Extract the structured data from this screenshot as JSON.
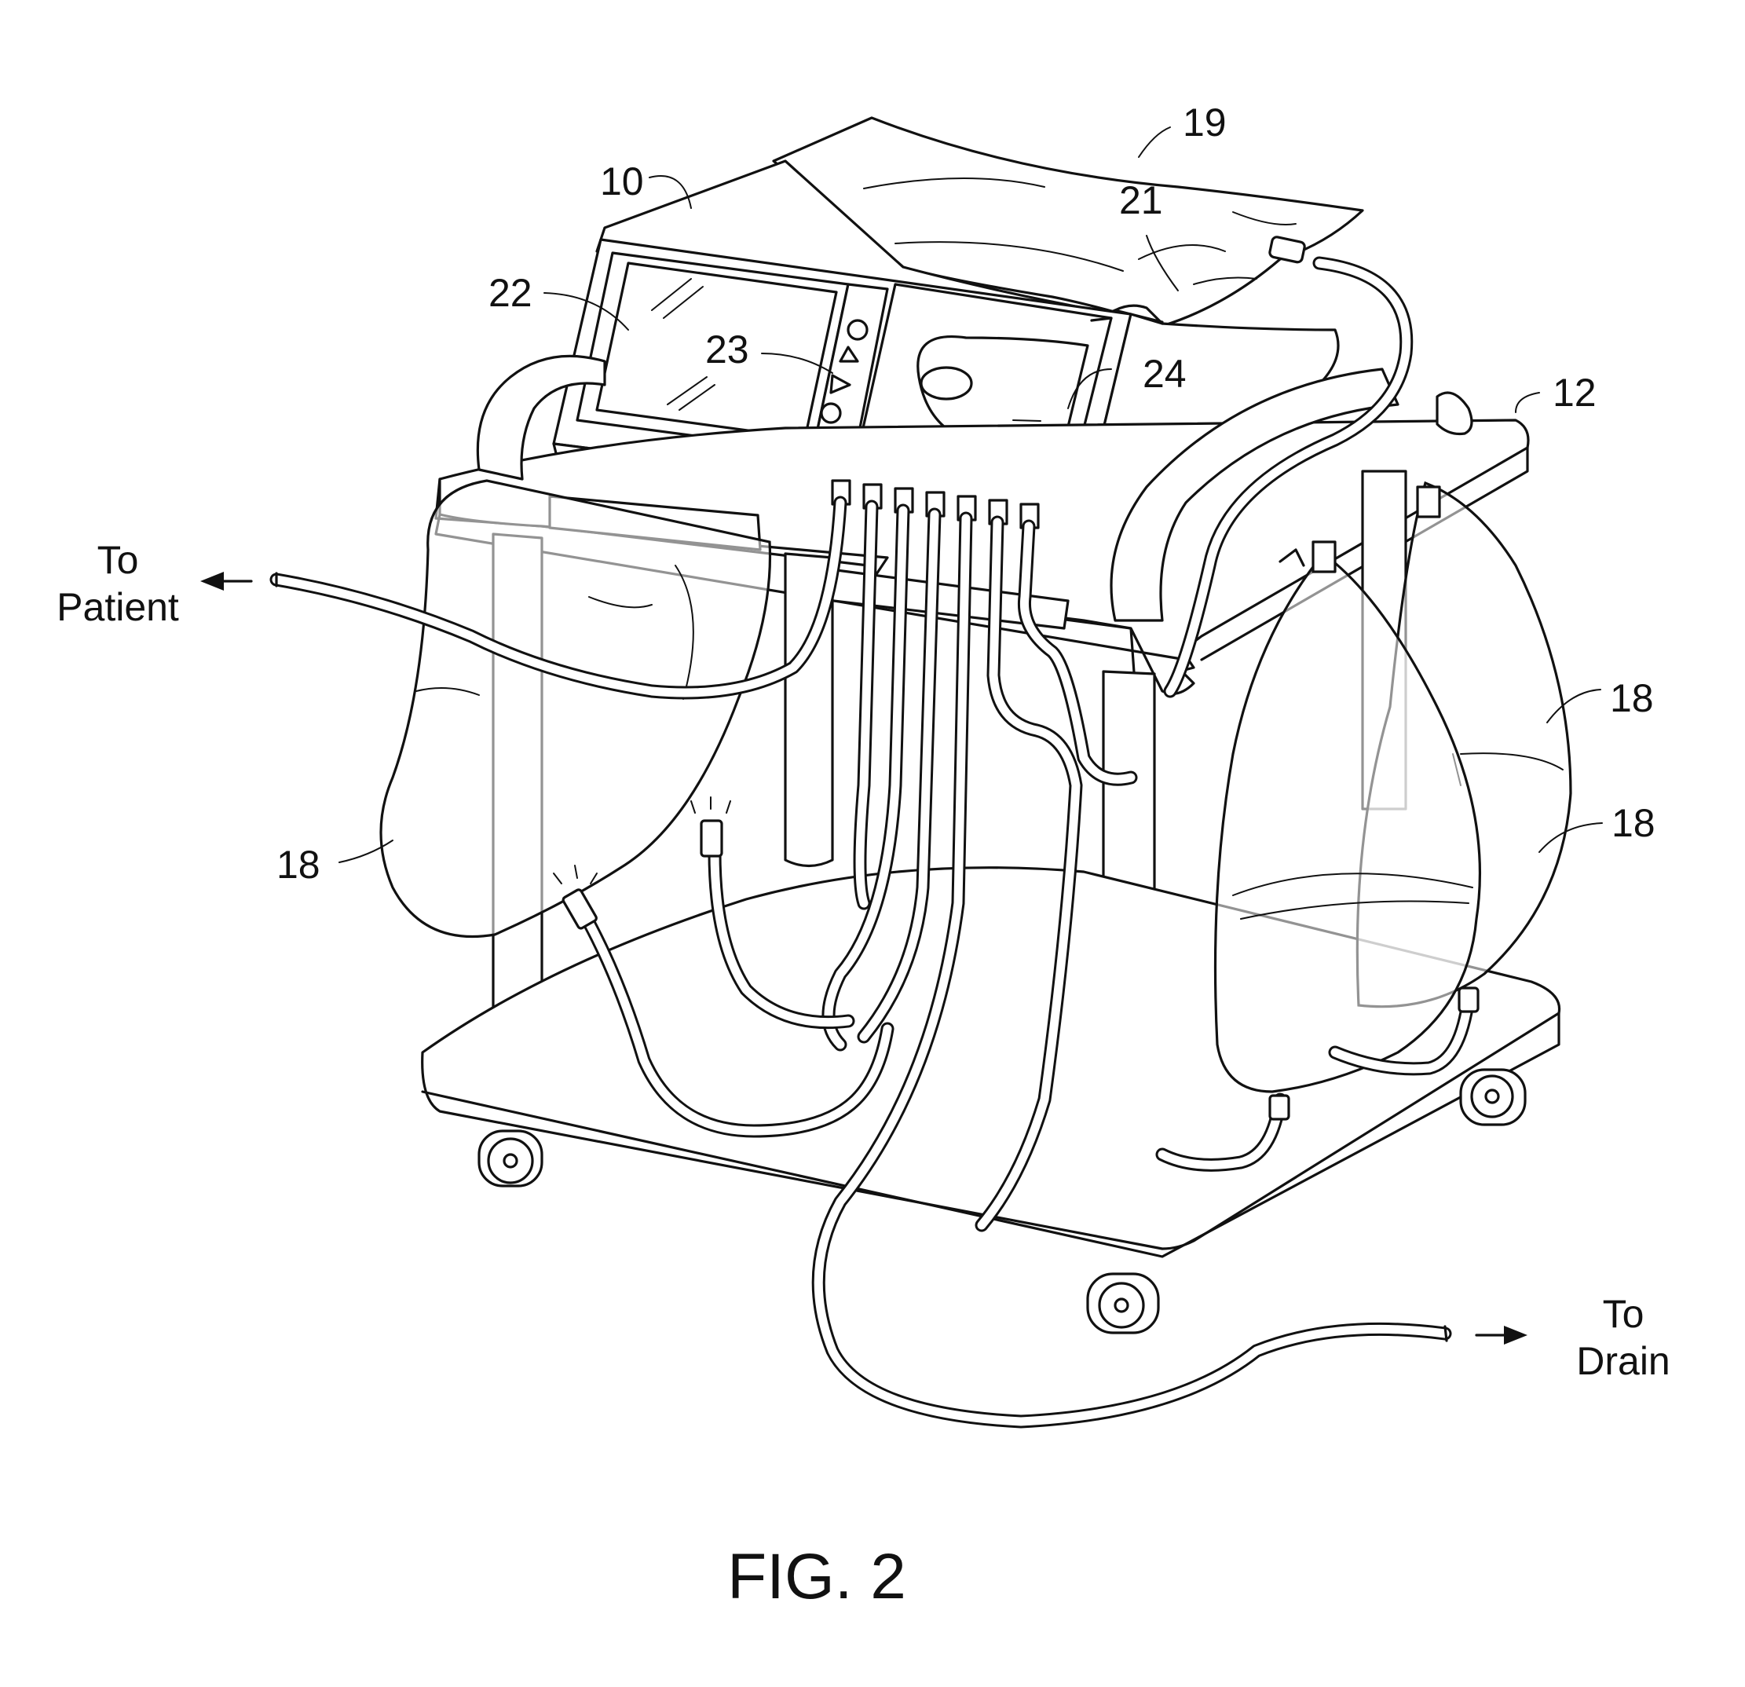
{
  "figure": {
    "caption": "FIG. 2",
    "reference_numerals": {
      "device": "10",
      "cart": "12",
      "bag_left": "18",
      "bag_right_back": "18",
      "bag_right_front": "18",
      "top_bag": "19",
      "top_bag_port": "21",
      "display": "22",
      "controls": "23",
      "cassette": "24"
    },
    "flow_labels": {
      "patient_line_1": "To",
      "patient_line_2": "Patient",
      "drain_line_1": "To",
      "drain_line_2": "Drain"
    }
  }
}
